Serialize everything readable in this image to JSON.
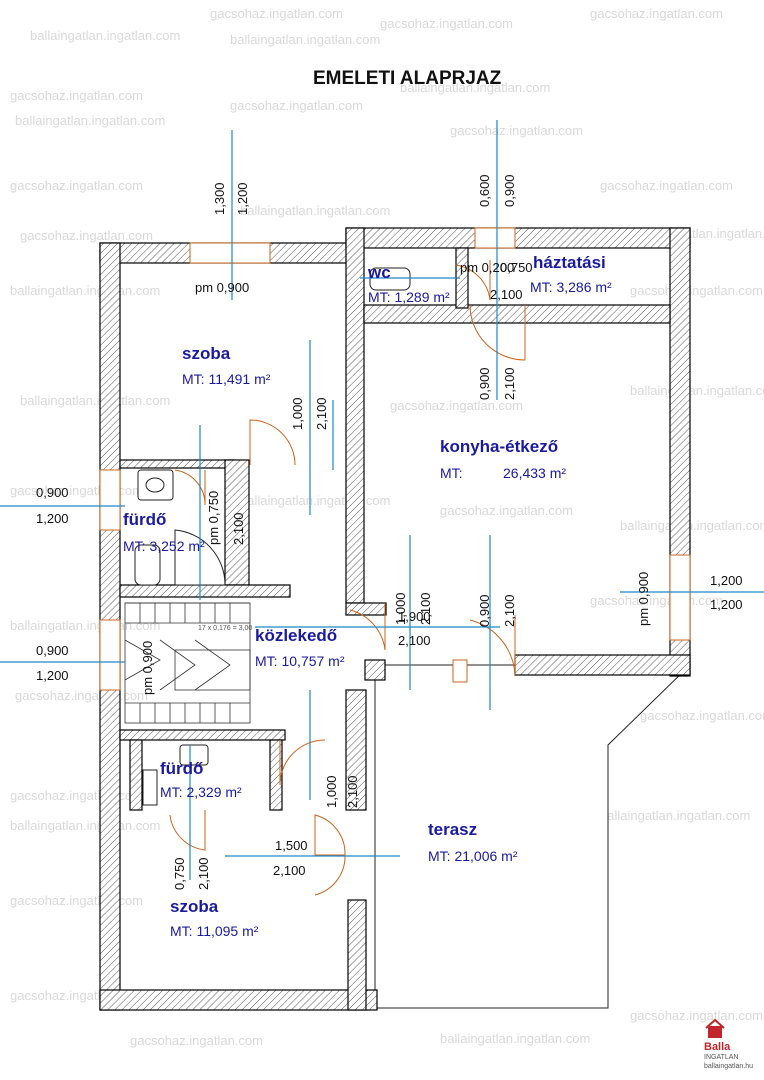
{
  "title": "EMELETI ALAPRJAZ",
  "watermarks": {
    "a": "gacsohaz.ingatlan.com",
    "b": "ballaingatlan.ingatlan.com"
  },
  "rooms": {
    "szoba_top": {
      "name": "szoba",
      "area": "MT: 11,491 m²"
    },
    "wc": {
      "name": "wc",
      "area": "MT: 1,289 m²"
    },
    "haztatasi": {
      "name": "háztatási",
      "area": "MT: 3,286 m²"
    },
    "konyha": {
      "name": "konyha-étkező",
      "area_label": "MT:",
      "area_value": "26,433 m²"
    },
    "furdo_top": {
      "name": "fürdő",
      "area": "MT: 3,252 m²"
    },
    "kozleked": {
      "name": "közlekedő",
      "area": "MT: 10,757 m²"
    },
    "furdo_bottom": {
      "name": "fürdő",
      "area": "MT: 2,329 m²"
    },
    "terasz": {
      "name": "terasz",
      "area": "MT: 21,006 m²"
    },
    "szoba_bottom": {
      "name": "szoba",
      "area": "MT: 11,095 m²"
    }
  },
  "dims": {
    "top_window_a": "1,300",
    "top_window_b": "1,200",
    "top_right_a": "0,600",
    "top_right_b": "0,900",
    "pm_top": "pm 0,900",
    "wc_pm": "pm 0,200",
    "wc_pm2": "0,750",
    "wc_door": "2,100",
    "hazt_door_a": "0,900",
    "hazt_door_b": "2,100",
    "szoba_door_a": "1,000",
    "szoba_door_b": "2,100",
    "left_win1_a": "0,900",
    "left_win1_b": "1,200",
    "furdo_pm_a": "pm 0,750",
    "furdo_pm_b": "2,100",
    "right_pm": "pm 0,900",
    "right_win_a": "1,200",
    "right_win_b": "1,200",
    "left_win2_a": "0,900",
    "left_win2_b": "1,200",
    "stair_pm_a": "pm 0,900",
    "kozl_door_a": "1,000",
    "kozl_door_b": "2,100",
    "kozl_door_c": "1,900",
    "kozl_door_d": "2,100",
    "konyha_door_a": "0,900",
    "konyha_door_b": "2,100",
    "furdo2_door_a": "1,000",
    "furdo2_door_b": "2,100",
    "terasz_door_a": "1,500",
    "terasz_door_b": "2,100",
    "szoba2_door_a": "0,750",
    "szoba2_door_b": "2,100",
    "stair_note": "17 x 0,176 = 3,00"
  },
  "logo": {
    "name": "Balla",
    "sub": "INGATLAN",
    "site": "ballaingatlan.hu"
  },
  "colors": {
    "dim_line": "#1e88c8",
    "label": "#1a1aa0",
    "door": "#c8641e"
  }
}
